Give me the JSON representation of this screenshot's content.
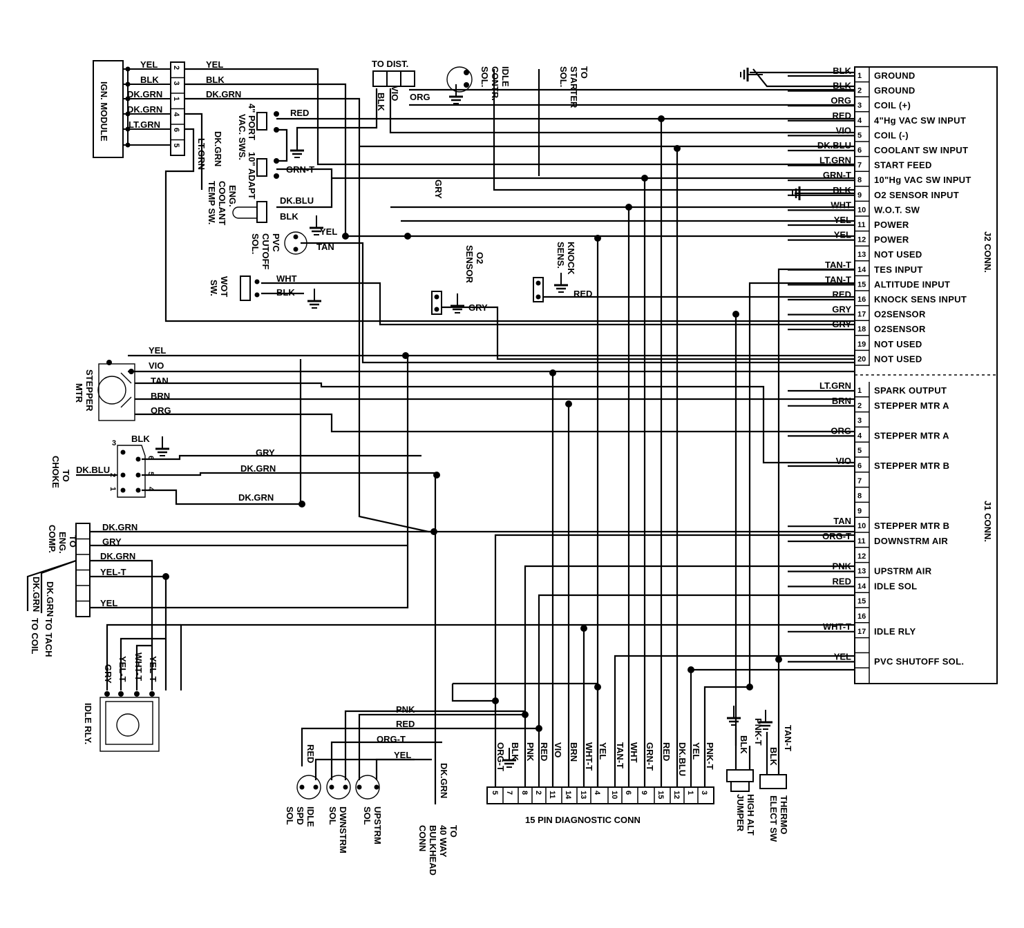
{
  "j2_connector": {
    "title": "J2 CONN.",
    "pins": [
      {
        "pin": "1",
        "wire": "BLK",
        "function": "GROUND"
      },
      {
        "pin": "2",
        "wire": "BLK",
        "function": "GROUND"
      },
      {
        "pin": "3",
        "wire": "ORG",
        "function": "COIL (+)"
      },
      {
        "pin": "4",
        "wire": "RED",
        "function": "4\"Hg VAC SW INPUT"
      },
      {
        "pin": "5",
        "wire": "VIO",
        "function": "COIL (-)"
      },
      {
        "pin": "6",
        "wire": "DK.BLU",
        "function": "COOLANT SW INPUT"
      },
      {
        "pin": "7",
        "wire": "LT.GRN",
        "function": "START FEED"
      },
      {
        "pin": "8",
        "wire": "GRN-T",
        "function": "10\"Hg VAC SW INPUT"
      },
      {
        "pin": "9",
        "wire": "BLK",
        "function": "O2 SENSOR INPUT"
      },
      {
        "pin": "10",
        "wire": "WHT",
        "function": "W.O.T. SW"
      },
      {
        "pin": "11",
        "wire": "YEL",
        "function": "POWER"
      },
      {
        "pin": "12",
        "wire": "YEL",
        "function": "POWER"
      },
      {
        "pin": "13",
        "wire": "",
        "function": "NOT USED"
      },
      {
        "pin": "14",
        "wire": "TAN-T",
        "function": "TES INPUT"
      },
      {
        "pin": "15",
        "wire": "TAN-T",
        "function": "ALTITUDE INPUT"
      },
      {
        "pin": "16",
        "wire": "RED",
        "function": "KNOCK SENS INPUT"
      },
      {
        "pin": "17",
        "wire": "GRY",
        "function": "O2SENSOR"
      },
      {
        "pin": "18",
        "wire": "GRY",
        "function": "O2SENSOR"
      },
      {
        "pin": "19",
        "wire": "",
        "function": "NOT USED"
      },
      {
        "pin": "20",
        "wire": "",
        "function": "NOT USED"
      }
    ]
  },
  "j1_connector": {
    "title": "J1 CONN.",
    "pins": [
      {
        "pin": "1",
        "wire": "LT.GRN",
        "function": "SPARK OUTPUT"
      },
      {
        "pin": "2",
        "wire": "BRN",
        "function": "STEPPER MTR A"
      },
      {
        "pin": "3",
        "wire": "",
        "function": ""
      },
      {
        "pin": "4",
        "wire": "ORG",
        "function": "STEPPER MTR A"
      },
      {
        "pin": "5",
        "wire": "",
        "function": ""
      },
      {
        "pin": "6",
        "wire": "VIO",
        "function": "STEPPER MTR B"
      },
      {
        "pin": "7",
        "wire": "",
        "function": ""
      },
      {
        "pin": "8",
        "wire": "",
        "function": ""
      },
      {
        "pin": "9",
        "wire": "",
        "function": ""
      },
      {
        "pin": "10",
        "wire": "TAN",
        "function": "STEPPER MTR B"
      },
      {
        "pin": "11",
        "wire": "ORG-T",
        "function": "DOWNSTRM AIR"
      },
      {
        "pin": "12",
        "wire": "",
        "function": ""
      },
      {
        "pin": "13",
        "wire": "PNK",
        "function": "UPSTRM AIR"
      },
      {
        "pin": "14",
        "wire": "RED",
        "function": "IDLE SOL"
      },
      {
        "pin": "15",
        "wire": "",
        "function": ""
      },
      {
        "pin": "16",
        "wire": "",
        "function": ""
      },
      {
        "pin": "17",
        "wire": "WHT-T",
        "function": "IDLE RLY"
      },
      {
        "pin": "",
        "wire": "",
        "function": ""
      },
      {
        "pin": "",
        "wire": "YEL",
        "function": "PVC SHUTOFF SOL."
      }
    ]
  },
  "ign_module": {
    "label": "IGN. MODULE",
    "pins": [
      "2",
      "3",
      "1",
      "4",
      "6",
      "5"
    ],
    "wires": [
      "YEL",
      "BLK",
      "DK.GRN",
      "DK.GRN",
      "LT.GRN"
    ],
    "trunk_labels": [
      "YEL",
      "BLK",
      "DK.GRN"
    ]
  },
  "components": {
    "to_dist": "TO DIST.",
    "to_dist_wires": [
      "BLK",
      "VIO",
      "ORG"
    ],
    "idle_contr_sol": [
      "IDLE",
      "CONTR.",
      "SOL."
    ],
    "to_starter_sol": [
      "TO",
      "STARTER",
      "SOL."
    ],
    "vac_sws": [
      "4\" PORT",
      "VAC. SWS.",
      "10\" ADAPT"
    ],
    "vac_sw_wires": [
      "RED",
      "GRN-T"
    ],
    "eng_coolant_temp_sw": [
      "ENG.",
      "COOLANT",
      "TEMP SW."
    ],
    "coolant_temp_wires": [
      "DK.BLU",
      "BLK"
    ],
    "pvc_cutoff_sol": [
      "PVC",
      "CUTOFF",
      "SOL."
    ],
    "pvc_wires": [
      "YEL",
      "TAN"
    ],
    "wot_sw": [
      "WOT",
      "SW."
    ],
    "wot_wires": [
      "WHT",
      "BLK"
    ],
    "o2_sensor": [
      "O2",
      "SENSOR"
    ],
    "o2_wire": "GRY",
    "knock_sens": [
      "KNOCK",
      "SENS."
    ],
    "knock_wire": "RED",
    "vertical_labels": [
      "LT.GRN",
      "DK.GRN",
      "GRY"
    ],
    "stepper_mtr": [
      "STEPPER",
      "MTR"
    ],
    "stepper_wires": [
      "YEL",
      "VIO",
      "TAN",
      "BRN",
      "ORG"
    ],
    "to_choke": [
      "TO",
      "CHOKE"
    ],
    "choke_wires": [
      "BLK",
      "DK.BLU",
      "GRY",
      "DK.GRN",
      "DK.GRN"
    ],
    "choke_pins": [
      "3",
      "6",
      "5",
      "2",
      "4",
      "1"
    ],
    "to_eng_comp": [
      "TO",
      "ENG.",
      "COMP."
    ],
    "eng_comp_wires": [
      "DK.GRN",
      "GRY",
      "DK.GRN",
      "YEL-T",
      "YEL"
    ],
    "to_tach_wires": [
      "DK.GRN",
      "DK.GRN"
    ],
    "to_coil": "TO COIL",
    "to_tach": "TO TACH",
    "idle_rly": "IDLE RLY.",
    "idle_rly_wires": [
      "GRY",
      "YEL-T",
      "WHT-T",
      "YEL-T"
    ],
    "solenoids": [
      {
        "label": [
          "IDLE",
          "SPD",
          "SOL"
        ]
      },
      {
        "label": [
          "DWNSTRM",
          "SOL"
        ]
      },
      {
        "label": [
          "UPSTRM",
          "SOL"
        ]
      }
    ],
    "solenoid_wires": [
      "PNK",
      "RED",
      "ORG-T",
      "YEL",
      "RED"
    ],
    "to_bulkhead": [
      "TO",
      "40 WAY",
      "BULKHEAD",
      "CONN"
    ],
    "bulkhead_wire": "DK.GRN",
    "high_alt_jumper": [
      "HIGH ALT",
      "JUMPER"
    ],
    "high_alt_wires": [
      "PNK-T",
      "BLK"
    ],
    "thermo_elect_sw": [
      "THERMO",
      "ELECT SW"
    ],
    "thermo_wires": [
      "BLK",
      "TAN-T"
    ]
  },
  "diagnostic_conn": {
    "label": "15 PIN DIAGNOSTIC CONN",
    "pins": [
      "5",
      "7",
      "8",
      "2",
      "11",
      "14",
      "13",
      "4",
      "10",
      "6",
      "9",
      "15",
      "12",
      "1",
      "3"
    ],
    "wires": [
      "ORG-T",
      "BLK",
      "PNK",
      "RED",
      "VIO",
      "BRN",
      "WHT-T",
      "YEL",
      "TAN-T",
      "WHT",
      "GRN-T",
      "RED",
      "DK.BLU",
      "YEL",
      "PNK-T"
    ]
  },
  "colors": {
    "ink": "#000000",
    "paper": "#ffffff"
  }
}
